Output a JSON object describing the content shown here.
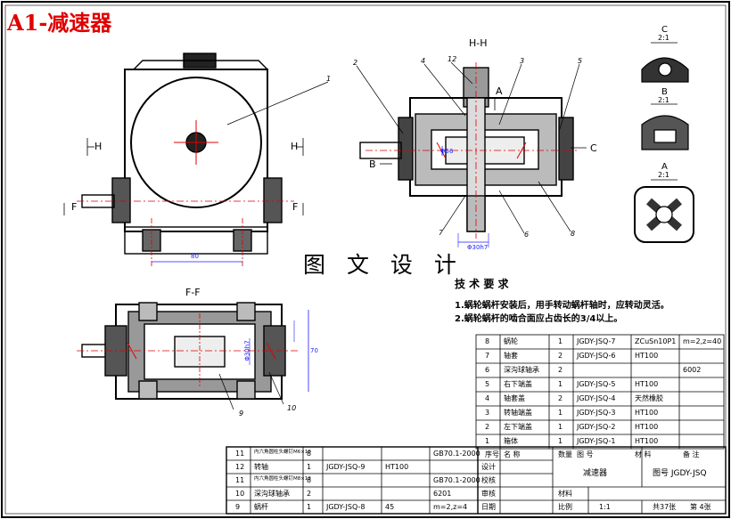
{
  "headline": "A1-减速器",
  "watermark": "图 文 设 计",
  "views": {
    "hh": "H-H",
    "ff": "F-F",
    "c_label": "C",
    "c_scale": "2:1",
    "b_label": "B",
    "b_scale": "2:1",
    "a_label": "A",
    "a_scale": "2:1",
    "arrow_h": "H",
    "arrow_f": "F",
    "arrow_a": "A",
    "arrow_b": "B",
    "arrow_c": "C"
  },
  "balloons": [
    "1",
    "2",
    "4",
    "12",
    "3",
    "5",
    "7",
    "6",
    "8",
    "9",
    "10"
  ],
  "dims": [
    "80",
    "Φ56",
    "Φ30h7",
    "Φ30h7",
    "70"
  ],
  "notes": {
    "title": "技 术 要 求",
    "items": [
      "1.蜗轮蜗杆安装后，用手转动蜗杆轴时，应转动灵活。",
      "2.蜗轮蜗杆的啮合面应占齿长的3/4以上。"
    ]
  },
  "bom_upper": [
    [
      "8",
      "蜗轮",
      "1",
      "JGDY-JSQ-7",
      "ZCuSn10P1",
      "m=2,z=40"
    ],
    [
      "7",
      "轴套",
      "2",
      "JGDY-JSQ-6",
      "HT100",
      ""
    ],
    [
      "6",
      "深沟球轴承",
      "2",
      "",
      "",
      "6002"
    ],
    [
      "5",
      "右下端盖",
      "1",
      "JGDY-JSQ-5",
      "HT100",
      ""
    ],
    [
      "4",
      "轴套盖",
      "2",
      "JGDY-JSQ-4",
      "天然橡胶",
      ""
    ],
    [
      "3",
      "转轴端盖",
      "1",
      "JGDY-JSQ-3",
      "HT100",
      ""
    ],
    [
      "2",
      "左下端盖",
      "1",
      "JGDY-JSQ-2",
      "HT100",
      ""
    ],
    [
      "1",
      "箱体",
      "1",
      "JGDY-JSQ-1",
      "HT100",
      ""
    ]
  ],
  "bom_header": [
    "序号",
    "名  称",
    "数量",
    "图  号",
    "材    料",
    "备  注"
  ],
  "bom_lower": [
    [
      "11",
      "内六角圆柱头螺钉M6×10",
      "8",
      "",
      "",
      "GB70.1-2000"
    ],
    [
      "12",
      "转轴",
      "1",
      "JGDY-JSQ-9",
      "HT100",
      ""
    ],
    [
      "11",
      "内六角圆柱头螺钉M8×12",
      "8",
      "",
      "",
      "GB70.1-2000"
    ],
    [
      "10",
      "深沟球轴承",
      "2",
      "",
      "",
      "6201"
    ],
    [
      "9",
      "蜗杆",
      "1",
      "JGDY-JSQ-8",
      "45",
      "m=2,z=4"
    ]
  ],
  "title_block": {
    "design": "设计",
    "check": "校核",
    "review": "审核",
    "date": "日期",
    "name": "减速器",
    "drawing_no": "图号 JGDY-JSQ",
    "material": "材料",
    "scale_label": "比例",
    "scale": "1:1",
    "sheets": "共37张",
    "sheet_no": "第 4张"
  }
}
